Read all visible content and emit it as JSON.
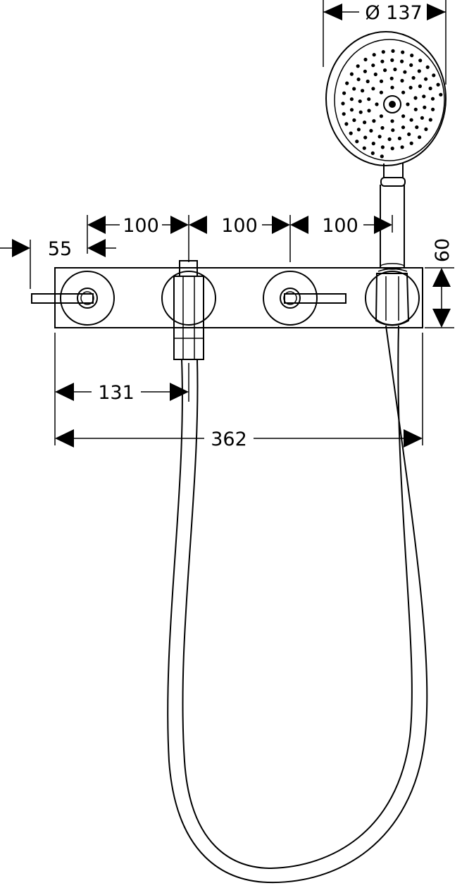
{
  "dimensions": {
    "diameter": "Ø 137",
    "spacing_1": "100",
    "spacing_2": "100",
    "spacing_3": "100",
    "offset": "55",
    "height": "60",
    "to_outlet": "131",
    "overall_width": "362"
  }
}
